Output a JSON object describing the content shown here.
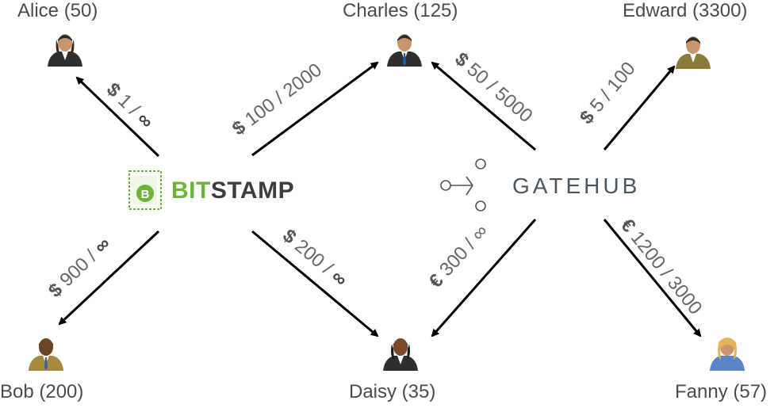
{
  "users": {
    "alice": {
      "name": "Alice (50)"
    },
    "bob": {
      "name": "Bob (200)"
    },
    "charles": {
      "name": "Charles (125)"
    },
    "daisy": {
      "name": "Daisy (35)"
    },
    "edward": {
      "name": "Edward (3300)"
    },
    "fanny": {
      "name": "Fanny (57)"
    }
  },
  "issuers": {
    "bitstamp": {
      "bit": "BIT",
      "stamp": "STAMP"
    },
    "gatehub": {
      "name": "GATEHUB"
    }
  },
  "edges": {
    "bitstamp_alice": {
      "currency": "$",
      "value": "1",
      "limit": "∞"
    },
    "bitstamp_charles": {
      "currency": "$",
      "value": "100",
      "limit": "2000"
    },
    "bitstamp_bob": {
      "currency": "$",
      "value": "900",
      "limit": "∞"
    },
    "bitstamp_daisy": {
      "currency": "$",
      "value": "200",
      "limit": "∞"
    },
    "gatehub_charles": {
      "currency": "$",
      "value": "50",
      "limit": "5000"
    },
    "gatehub_edward": {
      "currency": "$",
      "value": "5",
      "limit": "100"
    },
    "gatehub_daisy": {
      "currency": "€",
      "value": "300",
      "limit": "∞"
    },
    "gatehub_fanny": {
      "currency": "€",
      "value": "1200",
      "limit": "3000"
    }
  },
  "colors": {
    "arrow": "#000000",
    "bitstamp_green": "#6ab437",
    "label_gray": "#666666"
  }
}
